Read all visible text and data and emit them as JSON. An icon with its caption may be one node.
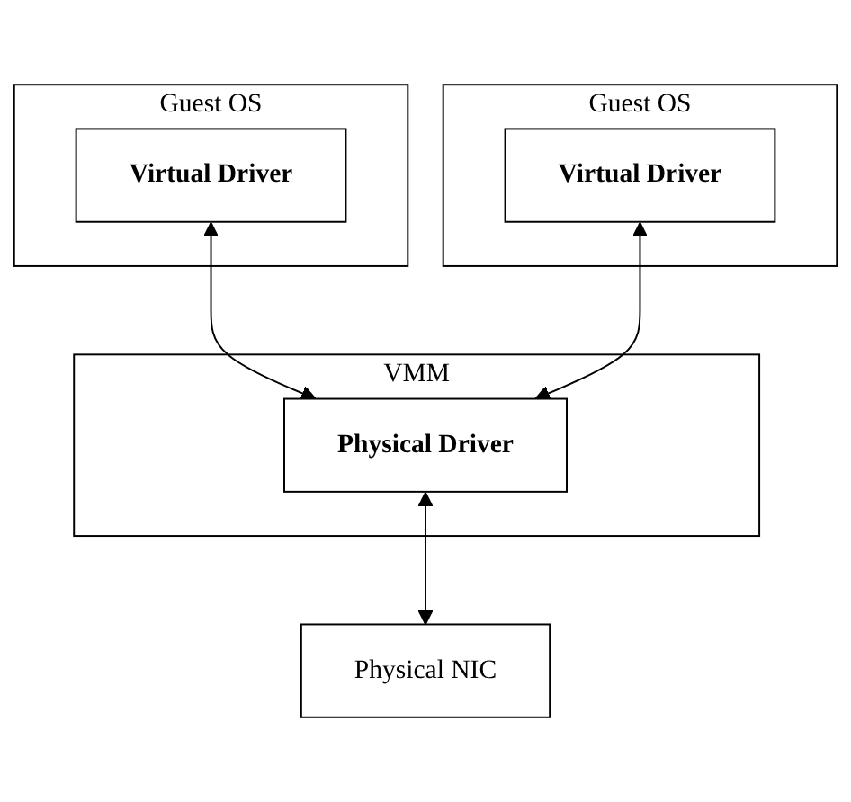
{
  "diagram": {
    "nodes": [
      {
        "text": [
          "Guest OS"
        ]
      },
      {
        "text": [
          "Virtual Driver"
        ],
        "in": 0
      },
      {
        "text": [
          "Guest OS"
        ]
      },
      {
        "text": [
          "Virtual Driver"
        ],
        "in": 2
      },
      {
        "text": [
          "VMM"
        ]
      },
      {
        "text": [
          "Physical Driver"
        ],
        "in": 4
      },
      {
        "text": [
          "Physical NIC"
        ]
      }
    ],
    "edges": [
      {
        "from": 1,
        "to": 5,
        "arrow": "both"
      },
      {
        "from": 3,
        "to": 5,
        "arrow": "both"
      },
      {
        "from": 5,
        "to": 6,
        "arrow": "both"
      }
    ]
  }
}
